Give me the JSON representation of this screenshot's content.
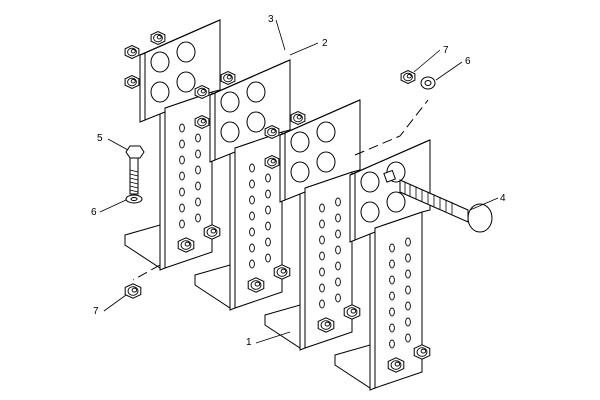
{
  "diagram": {
    "callouts": [
      {
        "id": "callout-1",
        "label": "1"
      },
      {
        "id": "callout-2",
        "label": "2"
      },
      {
        "id": "callout-3",
        "label": "3"
      },
      {
        "id": "callout-4",
        "label": "4"
      },
      {
        "id": "callout-5",
        "label": "5"
      },
      {
        "id": "callout-6-left",
        "label": "6"
      },
      {
        "id": "callout-6-right",
        "label": "6"
      },
      {
        "id": "callout-7-left",
        "label": "7"
      },
      {
        "id": "callout-7-right",
        "label": "7"
      }
    ]
  }
}
